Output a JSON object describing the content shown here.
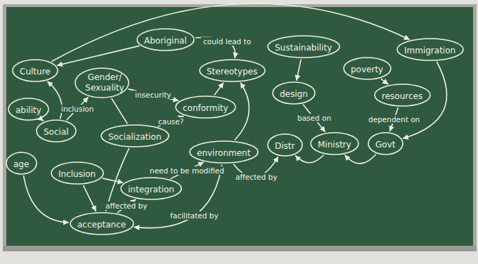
{
  "diagram": {
    "nodes": [
      {
        "text": [
          "Aboriginal"
        ]
      },
      {
        "text": [
          "Culture"
        ]
      },
      {
        "text": [
          "Gender/ Sexuality"
        ]
      },
      {
        "text": [
          "Stereotypes"
        ]
      },
      {
        "text": [
          "Sustainability"
        ]
      },
      {
        "text": [
          "Immigration"
        ]
      },
      {
        "text": [
          "poverty"
        ]
      },
      {
        "text": [
          "resources"
        ]
      },
      {
        "text": [
          "design"
        ]
      },
      {
        "text": [
          "conformity"
        ]
      },
      {
        "text": [
          "ability"
        ]
      },
      {
        "text": [
          "Social"
        ]
      },
      {
        "text": [
          "Socialization"
        ]
      },
      {
        "text": [
          "environment"
        ]
      },
      {
        "text": [
          "Distr"
        ]
      },
      {
        "text": [
          "Ministry"
        ]
      },
      {
        "text": [
          "Govt"
        ]
      },
      {
        "text": [
          "age"
        ]
      },
      {
        "text": [
          "Inclusion"
        ]
      },
      {
        "text": [
          "integration"
        ]
      },
      {
        "text": [
          "acceptance"
        ]
      }
    ],
    "edges": [
      {
        "from": 1,
        "to": 5,
        "arrow": "to"
      },
      {
        "from": 0,
        "to": 1,
        "arrow": "to"
      },
      {
        "from": 0,
        "to": 3,
        "label": "could lead to",
        "arrow": "to"
      },
      {
        "from": 2,
        "to": 9,
        "label": "insecurity",
        "arrow": "to"
      },
      {
        "from": 9,
        "to": 3,
        "arrow": "to"
      },
      {
        "from": 12,
        "to": 9,
        "label": "cause?",
        "arrow": "to"
      },
      {
        "from": 4,
        "to": 8,
        "arrow": "to"
      },
      {
        "from": 8,
        "to": 15,
        "label": "based on",
        "arrow": "to"
      },
      {
        "from": 6,
        "to": 7,
        "arrow": "to"
      },
      {
        "from": 7,
        "to": 16,
        "label": "dependent on",
        "arrow": "to"
      },
      {
        "from": 16,
        "to": 15,
        "arrow": "to"
      },
      {
        "from": 15,
        "to": 14,
        "arrow": "to"
      },
      {
        "from": 5,
        "to": 16,
        "arrow": "to"
      },
      {
        "from": 13,
        "to": 14,
        "label": "affected by",
        "arrow": "to"
      },
      {
        "from": 19,
        "to": 13,
        "label": "need to be modified",
        "arrow": "to"
      },
      {
        "from": 20,
        "to": 19,
        "label": "affected by",
        "arrow": "to"
      },
      {
        "from": 13,
        "to": 20,
        "label": "facilitated by",
        "arrow": "to"
      },
      {
        "from": 18,
        "to": 20,
        "arrow": "to"
      },
      {
        "from": 11,
        "to": 2,
        "label": "inclusion",
        "arrow": "to"
      },
      {
        "from": 11,
        "to": 1,
        "arrow": "to"
      },
      {
        "from": 10,
        "to": 11,
        "arrow": "to"
      },
      {
        "from": 17,
        "to": 20,
        "arrow": "to"
      },
      {
        "from": 12,
        "to": 20,
        "arrow": "to"
      },
      {
        "from": 18,
        "to": 19,
        "arrow": "to"
      },
      {
        "from": 13,
        "to": 3,
        "arrow": "to"
      },
      {
        "from": 2,
        "to": 12,
        "arrow": "none"
      }
    ]
  }
}
